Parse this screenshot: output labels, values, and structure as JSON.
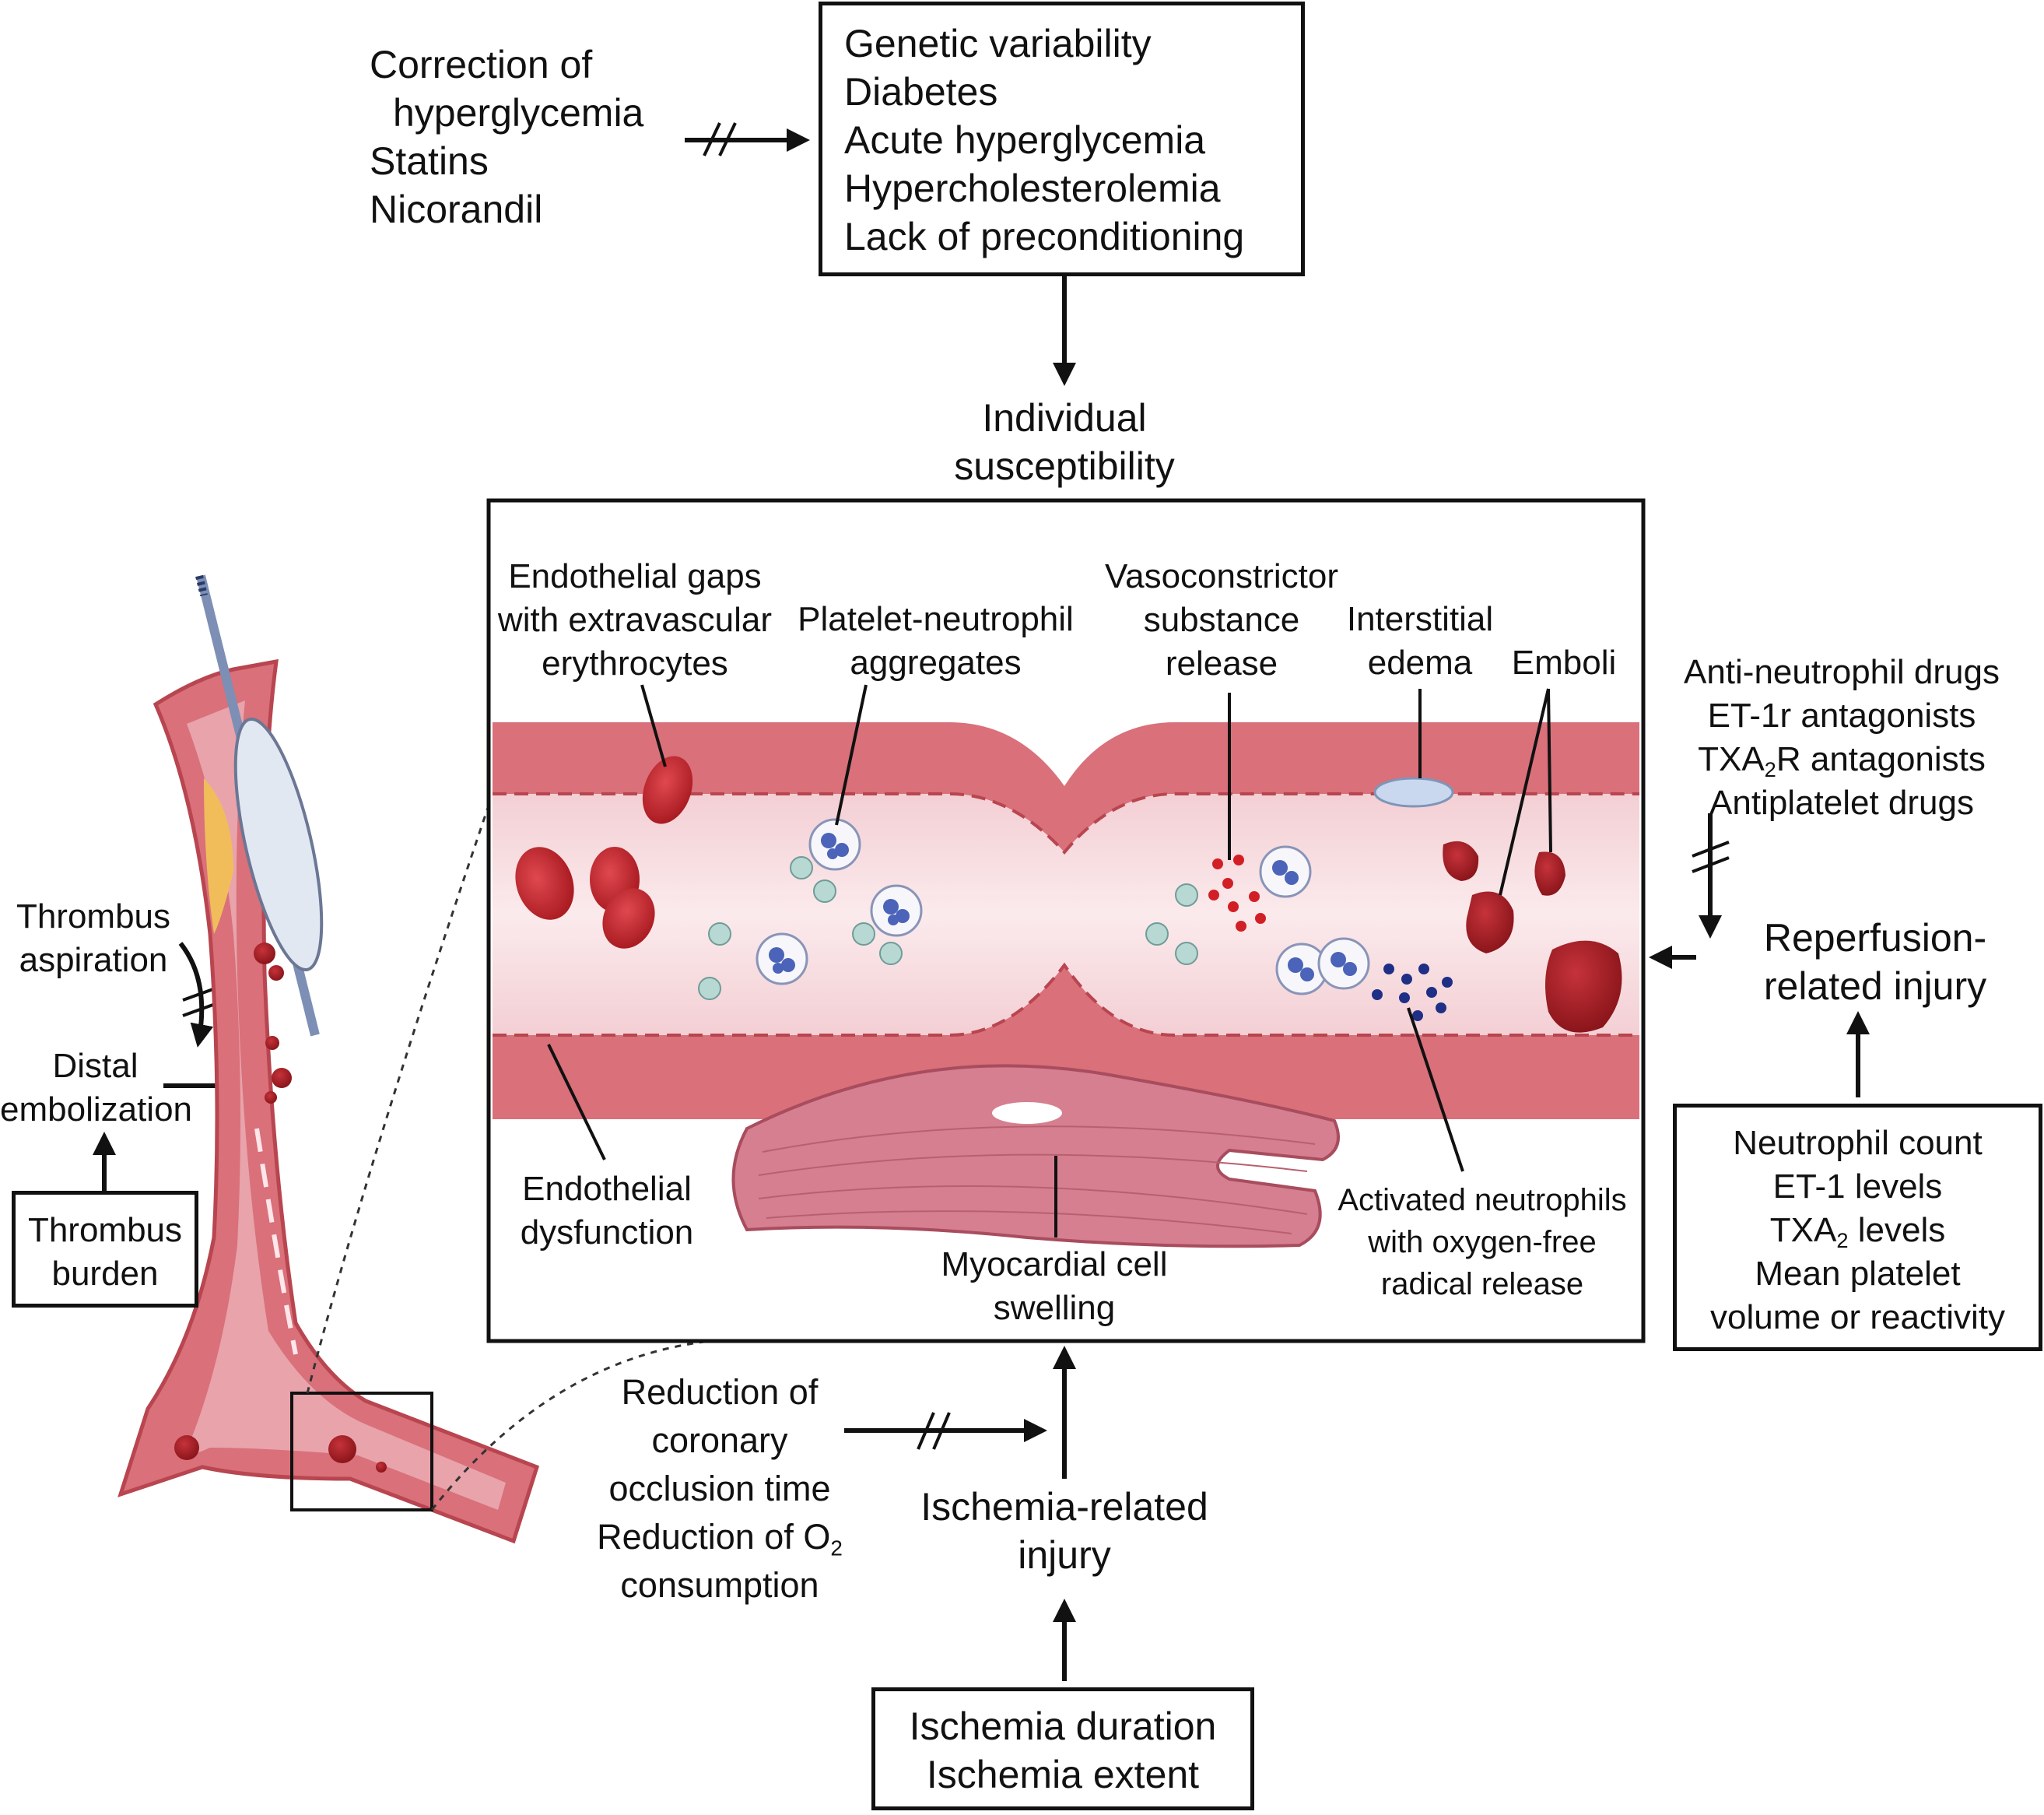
{
  "risk_factors": {
    "items": [
      "Genetic variability",
      "Diabetes",
      "Acute hyperglycemia",
      "Hypercholesterolemia",
      "Lack of preconditioning"
    ]
  },
  "risk_interventions": {
    "items": [
      "Correction of",
      "hyperglycemia",
      "Statins",
      "Nicorandil"
    ]
  },
  "individual_susceptibility": {
    "line1": "Individual",
    "line2": "susceptibility"
  },
  "panel_labels": {
    "endothelial_gaps": [
      "Endothelial gaps",
      "with extravascular",
      "erythrocytes"
    ],
    "platelet_neutrophil": [
      "Platelet-neutrophil",
      "aggregates"
    ],
    "vasoconstrictor": [
      "Vasoconstrictor",
      "substance",
      "release"
    ],
    "interstitial_edema": [
      "Interstitial",
      "edema"
    ],
    "emboli": "Emboli",
    "endothelial_dysfunction": [
      "Endothelial",
      "dysfunction"
    ],
    "myocardial_swelling": [
      "Myocardial cell",
      "swelling"
    ],
    "activated_neutrophils": [
      "Activated neutrophils",
      "with oxygen-free",
      "radical release"
    ]
  },
  "reperfusion_interventions": {
    "line1": "Anti-neutrophil drugs",
    "line2": "ET-1r antagonists",
    "line3_pre": "TXA",
    "line3_sub": "2",
    "line3_post": "R antagonists",
    "line4": "Antiplatelet drugs"
  },
  "reperfusion_injury": {
    "line1": "Reperfusion-",
    "line2": "related injury"
  },
  "reperfusion_markers": {
    "line1": "Neutrophil count",
    "line2": "ET-1 levels",
    "line3_pre": "TXA",
    "line3_sub": "2",
    "line3_post": " levels",
    "line4": "Mean platelet",
    "line5": "volume or reactivity"
  },
  "thrombus": {
    "aspiration": [
      "Thrombus",
      "aspiration"
    ],
    "distal_embolization": [
      "Distal",
      "embolization"
    ],
    "burden": [
      "Thrombus",
      "burden"
    ]
  },
  "ischemia_interventions": {
    "line1": "Reduction of",
    "line2": "coronary",
    "line3": "occlusion time",
    "line4_pre": "Reduction of O",
    "line4_sub": "2",
    "line5": "consumption"
  },
  "ischemia_injury": {
    "line1": "Ischemia-related",
    "line2": "injury"
  },
  "ischemia_factors": {
    "line1": "Ischemia duration",
    "line2": "Ischemia extent"
  },
  "colors": {
    "vessel_wall": "#d9707a",
    "vessel_wall_dark": "#b8454f",
    "vessel_lumen": "#f6d9dc",
    "erythrocyte": "#c0232b",
    "embolus": "#9c1a1f",
    "neutrophil_nucleus": "#4b63b8",
    "radical_red": "#d21f26",
    "radical_blue": "#1f2f86",
    "platelet": "#b8d8d4",
    "myocyte": "#d57f90",
    "balloon": "#e2e8f2",
    "plaque": "#f1bd5a"
  }
}
